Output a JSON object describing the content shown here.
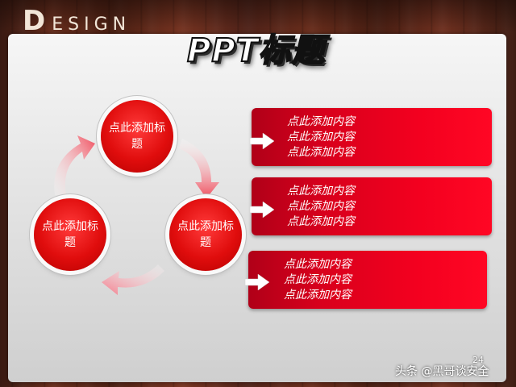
{
  "header": {
    "logo_initial": "D",
    "logo_rest": "ESIGN"
  },
  "slide": {
    "title": "PPT标题",
    "circles": [
      {
        "label": "点此添加标题"
      },
      {
        "label": "点此添加标题"
      },
      {
        "label": "点此添加标题"
      }
    ],
    "boxes": [
      {
        "lines": [
          "点此添加内容",
          "点此添加内容",
          "点此添加内容"
        ]
      },
      {
        "lines": [
          "点此添加内容",
          "点此添加内容",
          "点此添加内容"
        ]
      },
      {
        "lines": [
          "点此添加内容",
          "点此添加内容",
          "点此添加内容"
        ]
      }
    ],
    "page_number": "24"
  },
  "watermark": "头条 @黑哥谈安全",
  "colors": {
    "accent_red": "#e00d0d",
    "box_red": "#f3001f",
    "arrow_pink": "#f06070"
  },
  "icons": {
    "box_arrow": "right-arrow-icon",
    "cycle_arrow": "curved-arrow-icon"
  }
}
